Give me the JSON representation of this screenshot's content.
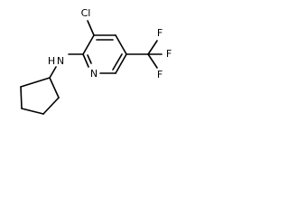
{
  "molecule": {
    "atoms": {
      "cl": "Cl",
      "nh_n": "N",
      "nh_h": "H",
      "ring_n": "N",
      "f1": "F",
      "f2": "F",
      "f3": "F"
    }
  }
}
